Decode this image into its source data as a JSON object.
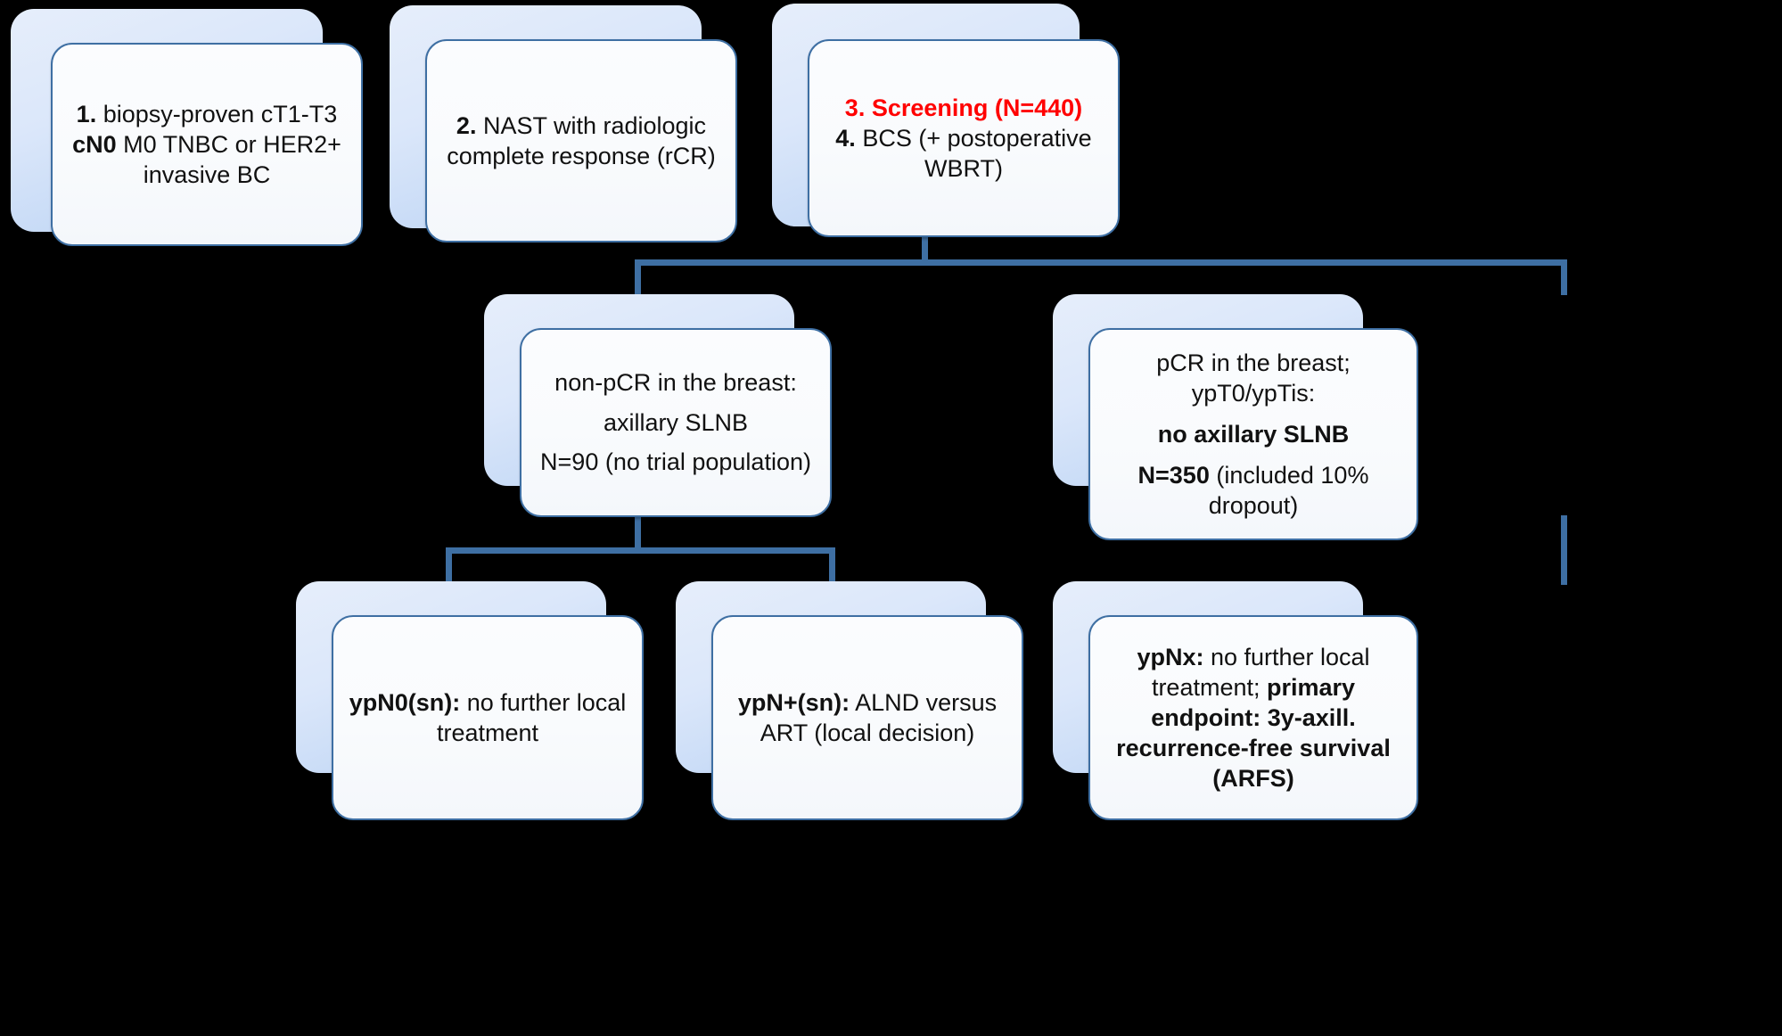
{
  "diagram": {
    "title": "Neoadjuvant breast cancer trial flow diagram",
    "background_color": "#000000",
    "accent_color": "#3E6FA3",
    "highlight_color": "#FF0000",
    "card_fill": "#FBFCFE",
    "shadow_fill": "#C6DAF6"
  },
  "nodes": {
    "eligibility1": {
      "label": "eligibility-criterion-1",
      "number": "1.",
      "line1_rest": " biopsy-proven cT1-T3",
      "line2_bold": "cN0",
      "line2_rest": " M0 TNBC or HER2+",
      "line3": "invasive BC",
      "plain_text": "1. biopsy-proven cT1-T3 cN0 M0 TNBC or HER2+ invasive BC"
    },
    "eligibility2": {
      "label": "eligibility-criterion-2",
      "number": "2.",
      "line1_rest": " NAST with radiologic",
      "line2": "complete response (rCR)",
      "plain_text": "2. NAST with radiologic complete response (rCR)"
    },
    "screening": {
      "label": "screening-and-surgery",
      "line1_red": "3. Screening (N=440)",
      "number": "4.",
      "line2_rest": " BCS (+ postoperative",
      "line3": "WBRT)",
      "plain_text": "3. Screening (N=440) 4. BCS (+ postoperative WBRT)"
    },
    "nonpcr": {
      "label": "non-pcr-arm",
      "line1": "non-pCR in the breast:",
      "line2": "axillary SLNB",
      "line3": "N=90 (no trial population)",
      "plain_text": "non-pCR in the breast: axillary SLNB N=90 (no trial population)"
    },
    "pcr": {
      "label": "pcr-arm",
      "line1": "pCR in the breast;",
      "line2": "ypT0/ypTis:",
      "line3_bold": "no axillary SLNB",
      "line4_bold": "N=350",
      "line4_rest": " (included  10%",
      "line5": "dropout)",
      "plain_text": "pCR in the breast; ypT0/ypTis: no axillary SLNB N=350 (included 10% dropout)"
    },
    "ypn0": {
      "label": "ypn0sn-outcome",
      "bold": "ypN0(sn):",
      "rest": " no further local",
      "line2": "treatment",
      "plain_text": "ypN0(sn): no further local treatment"
    },
    "ypnplus": {
      "label": "ypnplus-sn-outcome",
      "bold": "ypN+(sn):",
      "rest": " ALND versus",
      "line2": "ART (local decision)",
      "plain_text": "ypN+(sn): ALND versus ART (local decision)"
    },
    "ypnx": {
      "label": "ypnx-outcome",
      "l1_bold": "ypNx:",
      "l1_rest": " no further local",
      "l2_rest": "treatment; ",
      "l2_bold": "primary",
      "l3_bold": "endpoint: 3y-axill.",
      "l4_bold": "recurrence-free survival",
      "l5_bold": "(ARFS)",
      "plain_text": "ypNx: no further local treatment; primary endpoint: 3y-axill. recurrence-free survival (ARFS)"
    }
  }
}
